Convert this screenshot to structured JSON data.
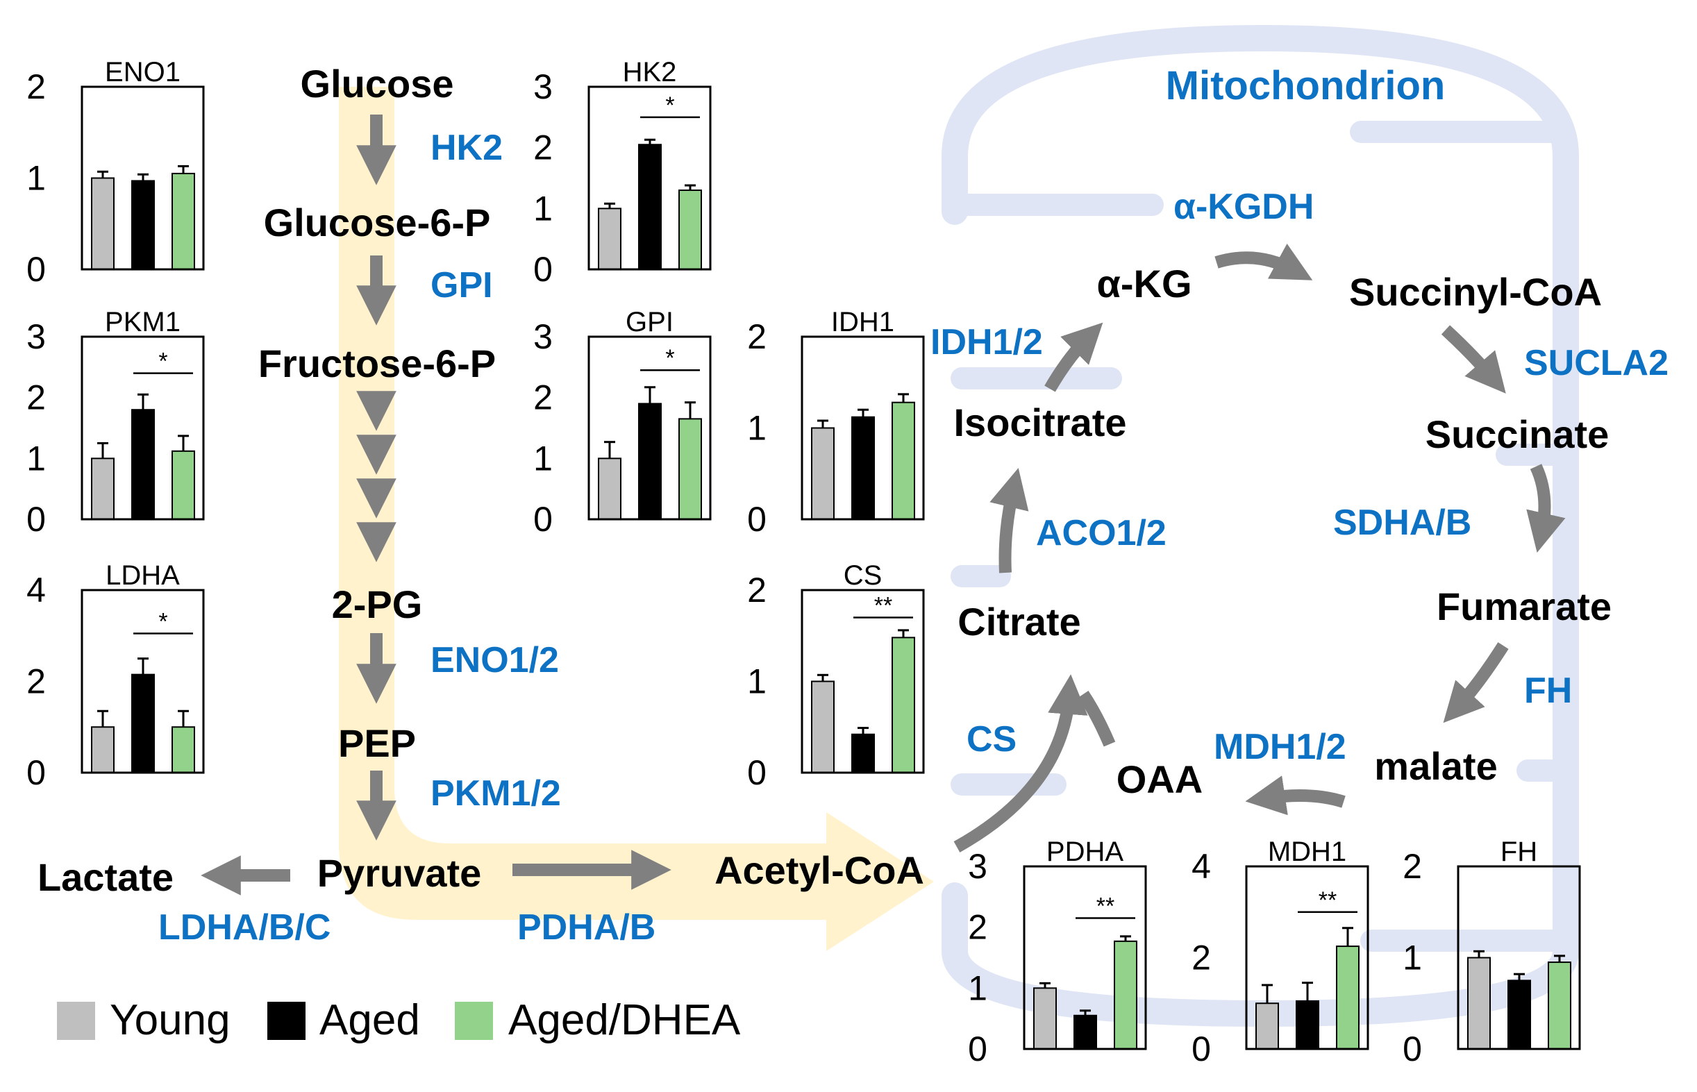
{
  "colors": {
    "young": "#bfbfbf",
    "aged": "#000000",
    "aged_dhea": "#92d28a",
    "enzyme_text": "#0d72c4",
    "arrow": "#808080",
    "glycolysis_highlight": "#fff2cc",
    "mitochondrion": "#dfe5f4"
  },
  "legend": [
    {
      "key": "young",
      "label": "Young"
    },
    {
      "key": "aged",
      "label": "Aged"
    },
    {
      "key": "aged_dhea",
      "label": "Aged/DHEA"
    }
  ],
  "mitochondrion_label": "Mitochondrion",
  "metabolites": {
    "glucose": "Glucose",
    "g6p": "Glucose-6-P",
    "f6p": "Fructose-6-P",
    "pg2": "2-PG",
    "pep": "PEP",
    "pyruvate": "Pyruvate",
    "lactate": "Lactate",
    "acetyl_coa": "Acetyl-CoA",
    "citrate": "Citrate",
    "isocitrate": "Isocitrate",
    "akg": "α-KG",
    "succinyl_coa": "Succinyl-CoA",
    "succinate": "Succinate",
    "fumarate": "Fumarate",
    "malate": "malate",
    "oaa": "OAA"
  },
  "enzymes": {
    "hk2": "HK2",
    "gpi": "GPI",
    "eno": "ENO1/2",
    "pkm": "PKM1/2",
    "ldh": "LDHA/B/C",
    "pdh": "PDHA/B",
    "cs": "CS",
    "aco": "ACO1/2",
    "idh": "IDH1/2",
    "akgdh": "α-KGDH",
    "sucla": "SUCLA2",
    "sdh": "SDHA/B",
    "fh": "FH",
    "mdh": "MDH1/2"
  },
  "chart_data": [
    {
      "type": "bar",
      "title": "ENO1",
      "categories": [
        "Young",
        "Aged",
        "Aged/DHEA"
      ],
      "values": [
        1.0,
        0.97,
        1.05
      ],
      "errors": [
        0.07,
        0.07,
        0.08
      ],
      "ylim": [
        0,
        2
      ],
      "yticks": [
        "0",
        "1",
        "2"
      ],
      "significance": null
    },
    {
      "type": "bar",
      "title": "HK2",
      "categories": [
        "Young",
        "Aged",
        "Aged/DHEA"
      ],
      "values": [
        1.0,
        2.05,
        1.3
      ],
      "errors": [
        0.08,
        0.08,
        0.08
      ],
      "ylim": [
        0,
        3
      ],
      "yticks": [
        "0",
        "1",
        "2",
        "3"
      ],
      "significance": {
        "label": "*",
        "from": 1,
        "to": 2,
        "y": 2.5
      }
    },
    {
      "type": "bar",
      "title": "PKM1",
      "categories": [
        "Young",
        "Aged",
        "Aged/DHEA"
      ],
      "values": [
        1.0,
        1.8,
        1.12
      ],
      "errors": [
        0.25,
        0.25,
        0.25
      ],
      "ylim": [
        0,
        3
      ],
      "yticks": [
        "0",
        "1",
        "2",
        "3"
      ],
      "significance": {
        "label": "*",
        "from": 1,
        "to": 2,
        "y": 2.4
      }
    },
    {
      "type": "bar",
      "title": "GPI",
      "categories": [
        "Young",
        "Aged",
        "Aged/DHEA"
      ],
      "values": [
        1.0,
        1.9,
        1.65
      ],
      "errors": [
        0.27,
        0.27,
        0.27
      ],
      "ylim": [
        0,
        3
      ],
      "yticks": [
        "0",
        "1",
        "2",
        "3"
      ],
      "significance": {
        "label": "*",
        "from": 1,
        "to": 2,
        "y": 2.45
      }
    },
    {
      "type": "bar",
      "title": "IDH1",
      "categories": [
        "Young",
        "Aged",
        "Aged/DHEA"
      ],
      "values": [
        1.0,
        1.12,
        1.28
      ],
      "errors": [
        0.08,
        0.08,
        0.09
      ],
      "ylim": [
        0,
        2
      ],
      "yticks": [
        "0",
        "1",
        "2"
      ],
      "significance": null
    },
    {
      "type": "bar",
      "title": "LDHA",
      "categories": [
        "Young",
        "Aged",
        "Aged/DHEA"
      ],
      "values": [
        1.0,
        2.15,
        1.0
      ],
      "errors": [
        0.35,
        0.35,
        0.35
      ],
      "ylim": [
        0,
        4
      ],
      "yticks": [
        "0",
        "2",
        "4"
      ],
      "significance": {
        "label": "*",
        "from": 1,
        "to": 2,
        "y": 3.05
      }
    },
    {
      "type": "bar",
      "title": "CS",
      "categories": [
        "Young",
        "Aged",
        "Aged/DHEA"
      ],
      "values": [
        1.0,
        0.42,
        1.48
      ],
      "errors": [
        0.07,
        0.07,
        0.08
      ],
      "ylim": [
        0,
        2
      ],
      "yticks": [
        "0",
        "1",
        "2"
      ],
      "significance": {
        "label": "**",
        "from": 1,
        "to": 2,
        "y": 1.7
      }
    },
    {
      "type": "bar",
      "title": "PDHA",
      "categories": [
        "Young",
        "Aged",
        "Aged/DHEA"
      ],
      "values": [
        1.0,
        0.55,
        1.77
      ],
      "errors": [
        0.08,
        0.08,
        0.08
      ],
      "ylim": [
        0,
        3
      ],
      "yticks": [
        "0",
        "1",
        "2",
        "3"
      ],
      "significance": {
        "label": "**",
        "from": 1,
        "to": 2,
        "y": 2.15
      }
    },
    {
      "type": "bar",
      "title": "MDH1",
      "categories": [
        "Young",
        "Aged",
        "Aged/DHEA"
      ],
      "values": [
        1.0,
        1.05,
        2.25
      ],
      "errors": [
        0.4,
        0.4,
        0.4
      ],
      "ylim": [
        0,
        4
      ],
      "yticks": [
        "0",
        "2",
        "4"
      ],
      "significance": {
        "label": "**",
        "from": 1,
        "to": 2,
        "y": 3.0
      }
    },
    {
      "type": "bar",
      "title": "FH",
      "categories": [
        "Young",
        "Aged",
        "Aged/DHEA"
      ],
      "values": [
        1.0,
        0.75,
        0.95
      ],
      "errors": [
        0.07,
        0.07,
        0.07
      ],
      "ylim": [
        0,
        2
      ],
      "yticks": [
        "0",
        "1",
        "2"
      ],
      "significance": null
    }
  ]
}
